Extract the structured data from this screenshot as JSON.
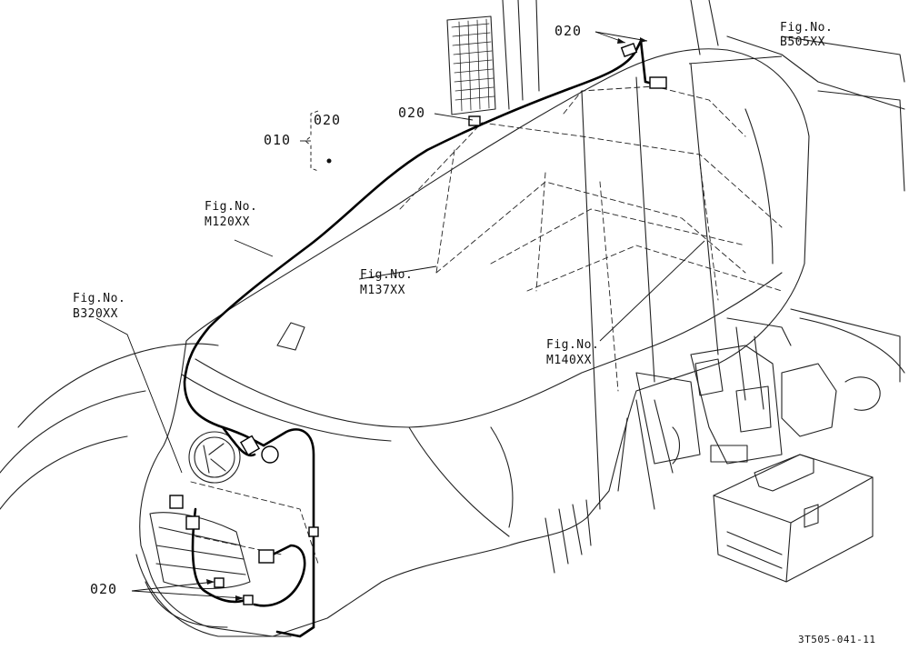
{
  "diagram": {
    "callouts": [
      {
        "id": "c020_top",
        "text": "020"
      },
      {
        "id": "c020_mid",
        "text": "020"
      },
      {
        "id": "c010",
        "text": "010"
      },
      {
        "id": "c020_brace",
        "text": "020"
      },
      {
        "id": "c020_bottom",
        "text": "020"
      }
    ],
    "fig_refs": [
      {
        "id": "b505",
        "label": "Fig.No.",
        "code": "B505XX"
      },
      {
        "id": "m120",
        "label": "Fig.No.",
        "code": "M120XX"
      },
      {
        "id": "m137",
        "label": "Fig.No.",
        "code": "M137XX"
      },
      {
        "id": "b320",
        "label": "Fig.No.",
        "code": "B320XX"
      },
      {
        "id": "m140",
        "label": "Fig.No.",
        "code": "M140XX"
      }
    ],
    "drawing_id": "3T505-041-11",
    "colors": {
      "line": "#111111",
      "background": "#ffffff"
    }
  }
}
